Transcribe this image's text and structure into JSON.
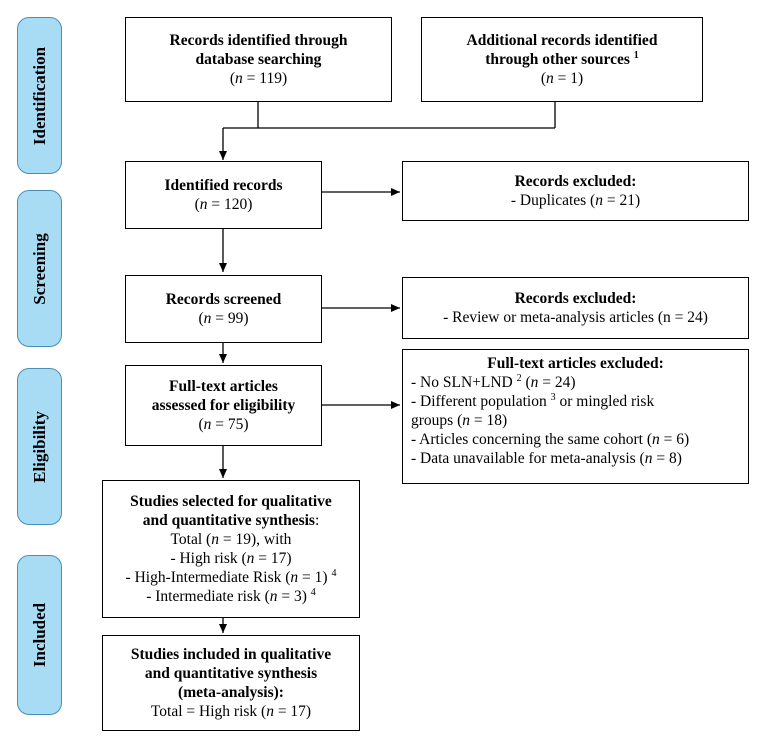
{
  "phases": {
    "identification": "Identification",
    "screening": "Screening",
    "eligibility": "Eligibility",
    "included": "Included"
  },
  "boxes": {
    "db": {
      "l1": "Records identified through",
      "l2": "database searching",
      "n_pre": "(",
      "n_var": "n",
      "n_post": " = 119)"
    },
    "other": {
      "l1": "Additional records identified",
      "l2": "through other sources ",
      "sup": "1",
      "n_pre": "(",
      "n_var": "n",
      "n_post": " = 1)"
    },
    "identified": {
      "title": "Identified records",
      "n_pre": "(",
      "n_var": "n",
      "n_post": " = 120)"
    },
    "excl_dup": {
      "title": "Records excluded:",
      "line_pre": "- Duplicates (",
      "line_var": "n",
      "line_post": " = 21)"
    },
    "screened": {
      "title": "Records screened",
      "n_pre": "(",
      "n_var": "n",
      "n_post": " = 99)"
    },
    "excl_review": {
      "title": "Records excluded:",
      "line": "- Review or meta-analysis articles (n = 24)"
    },
    "fulltext": {
      "l1": "Full-text articles",
      "l2": "assessed for eligibility",
      "n_pre": "(",
      "n_var": "n",
      "n_post": " = 75)"
    },
    "excl_full": {
      "title": "Full-text articles excluded:",
      "i1_pre": "- No SLN+LND ",
      "i1_sup": "2",
      "i1_mid": " (",
      "i1_var": "n",
      "i1_post": " = 24)",
      "i2_pre": "- Different population ",
      "i2_sup": "3",
      "i2_post": " or mingled risk",
      "i2b_pre": "groups (",
      "i2b_var": "n",
      "i2b_post": " = 18)",
      "i3_pre": "- Articles concerning the same cohort (",
      "i3_var": "n",
      "i3_post": " = 6)",
      "i4_pre": "- Data unavailable for meta-analysis (",
      "i4_var": "n",
      "i4_post": " = 8)"
    },
    "selected": {
      "l1": "Studies selected for qualitative",
      "l2": "and quantitative synthesis",
      "l2_colon": ":",
      "t_pre": "Total (",
      "t_var": "n",
      "t_post": " = 19), with",
      "h_pre": "- High risk (",
      "h_var": "n",
      "h_post": " = 17)",
      "hi_pre": "- High-Intermediate Risk (",
      "hi_var": "n",
      "hi_post": " = 1) ",
      "hi_sup": "4",
      "im_pre": "- Intermediate risk (",
      "im_var": "n",
      "im_post": " = 3) ",
      "im_sup": "4"
    },
    "included": {
      "l1": "Studies included in qualitative",
      "l2": "and quantitative synthesis",
      "l3": "(meta-analysis):",
      "t_pre": "Total = High risk (",
      "t_var": "n",
      "t_post": " = 17)"
    }
  }
}
